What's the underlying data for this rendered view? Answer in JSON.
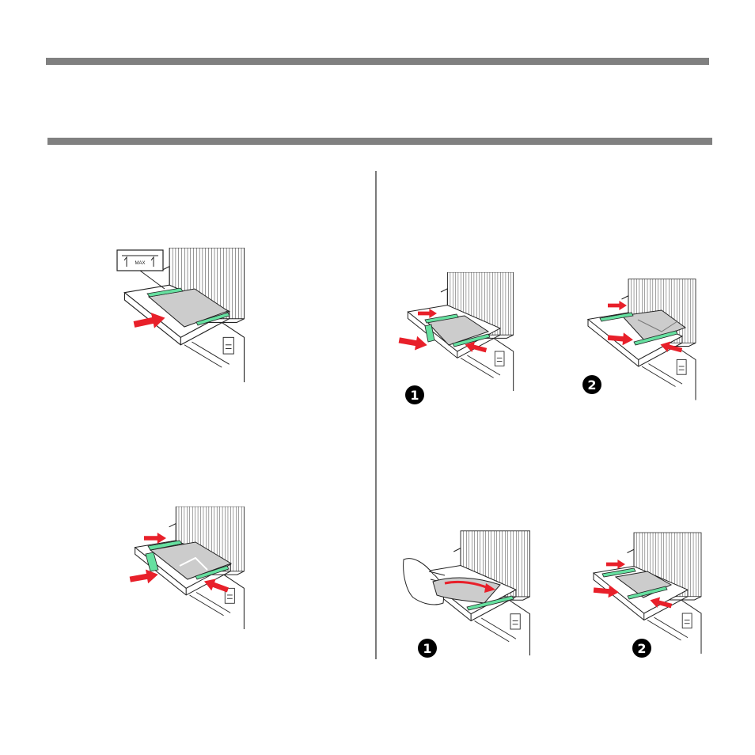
{
  "header": {
    "top_rule": "",
    "bottom_rule": ""
  },
  "figures": {
    "max_label": {
      "text": "MAX"
    },
    "step_markers": {
      "envelope_step1": "1",
      "envelope_step2": "2",
      "stack_step1": "1",
      "stack_step2": "2"
    }
  },
  "colors": {
    "rule": "#808080",
    "guide_green": "#66e0a0",
    "arrow_red": "#e8202a",
    "paper_gray": "#cccccc"
  }
}
